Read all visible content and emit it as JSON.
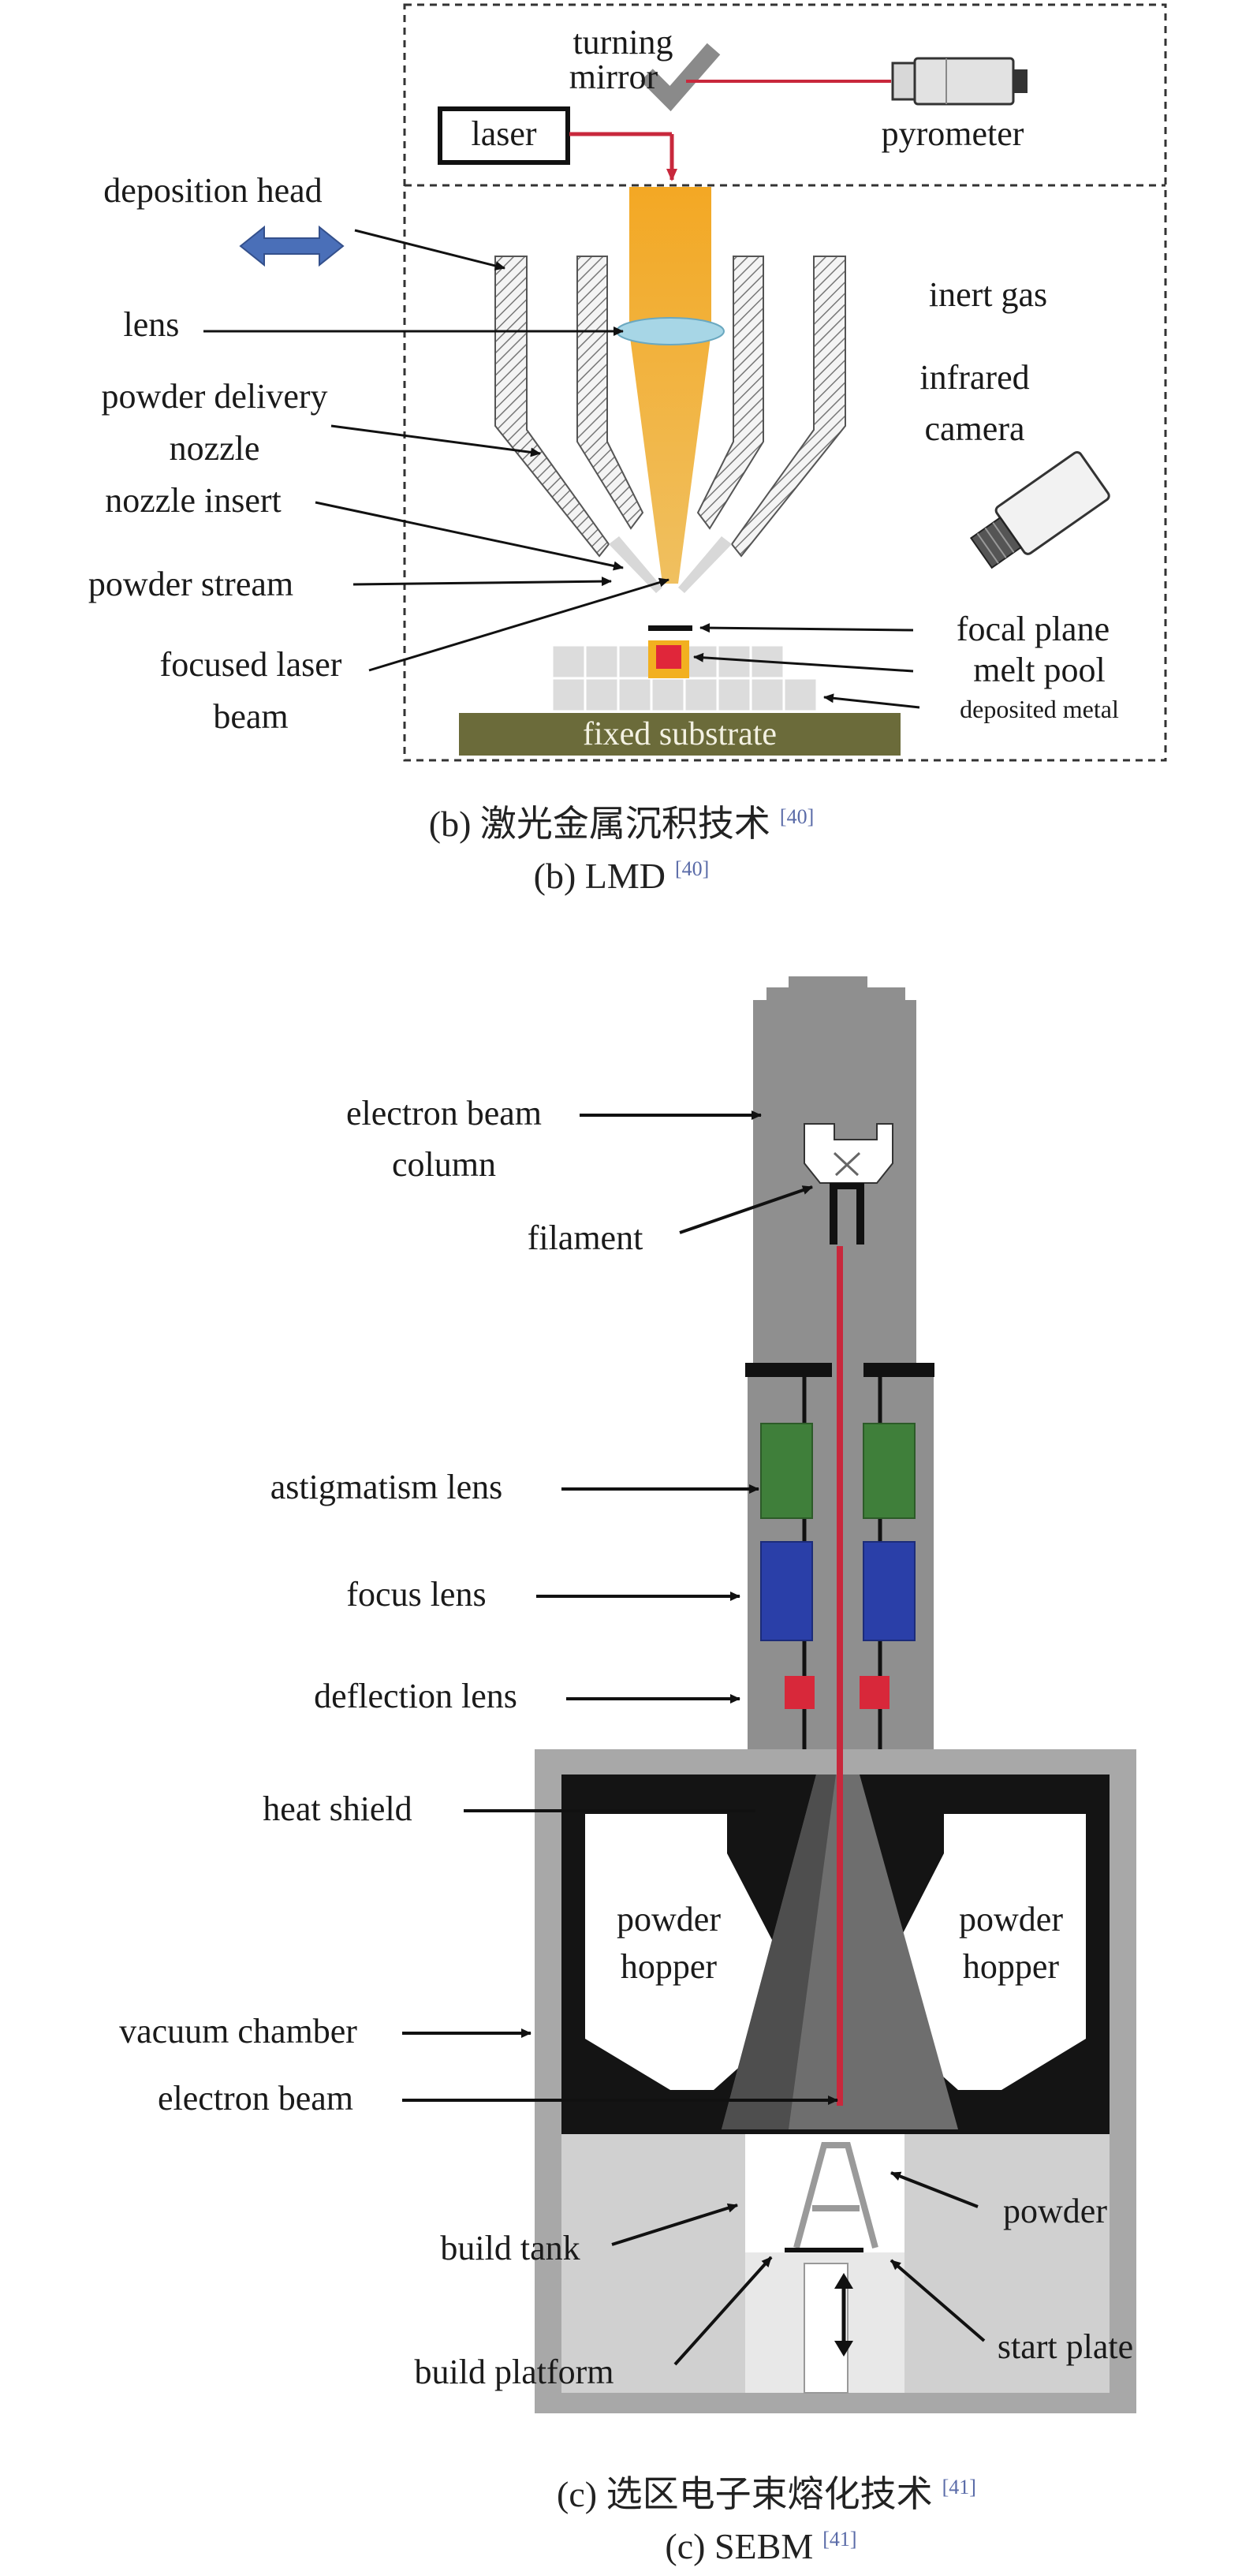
{
  "lmd": {
    "labels": {
      "turning_mirror_1": "turning",
      "turning_mirror_2": "mirror",
      "laser": "laser",
      "pyrometer": "pyrometer",
      "deposition_head": "deposition head",
      "lens": "lens",
      "inert_gas": "inert gas",
      "infrared_camera_1": "infrared",
      "infrared_camera_2": "camera",
      "powder_delivery_1": "powder delivery",
      "powder_delivery_2": "nozzle",
      "nozzle_insert": "nozzle insert",
      "powder_stream": "powder stream",
      "focused_laser_1": "focused laser",
      "focused_laser_2": "beam",
      "focal_plane": "focal plane",
      "melt_pool": "melt pool",
      "deposited_metal": "deposited metal",
      "fixed_substrate": "fixed substrate"
    },
    "caption_cn": "(b) 激光金属沉积技术",
    "caption_cn_ref": "[40]",
    "caption_en": "(b) LMD",
    "caption_en_ref": "[40]"
  },
  "sebm": {
    "labels": {
      "electron_beam_column_1": "electron beam",
      "electron_beam_column_2": "column",
      "filament": "filament",
      "astigmatism_lens": "astigmatism lens",
      "focus_lens": "focus lens",
      "deflection_lens": "deflection lens",
      "heat_shield": "heat shield",
      "powder_hopper_left_1": "powder",
      "powder_hopper_left_2": "hopper",
      "powder_hopper_right_1": "powder",
      "powder_hopper_right_2": "hopper",
      "vacuum_chamber": "vacuum chamber",
      "electron_beam": "electron beam",
      "powder": "powder",
      "build_tank": "build tank",
      "start_plate": "start plate",
      "build_platform": "build platform"
    },
    "caption_cn": "(c) 选区电子束熔化技术",
    "caption_cn_ref": "[41]",
    "caption_en": "(c) SEBM",
    "caption_en_ref": "[41]"
  },
  "colors": {
    "laser_beam": "#f0a21e",
    "beam_red": "#c8283c",
    "lens_blue": "#9ccfe0",
    "substrate": "#6b6b3a",
    "astigmatism": "#3f7f3a",
    "focus": "#2a3fa8",
    "deflection": "#d8283a",
    "column_grey": "#8f8f8f"
  }
}
